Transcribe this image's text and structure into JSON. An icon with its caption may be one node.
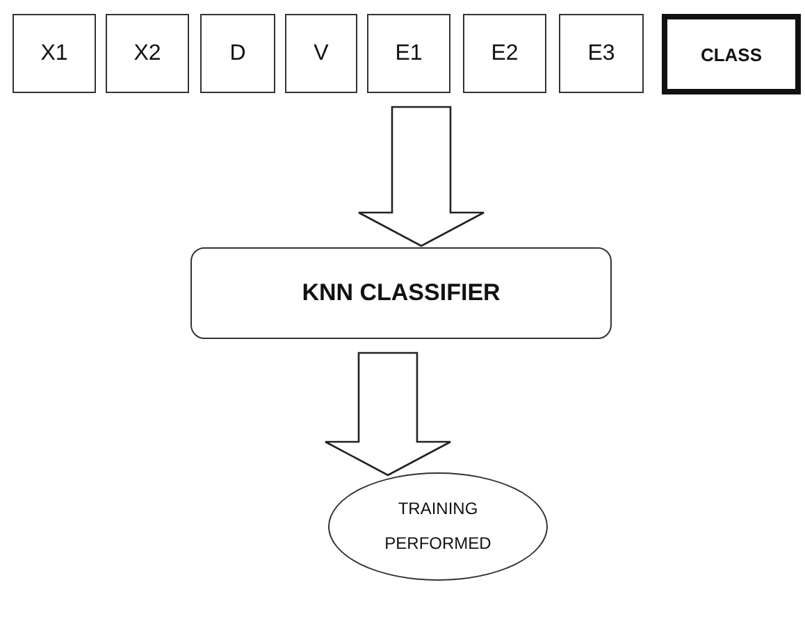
{
  "diagram": {
    "nodes": [
      {
        "text": [
          "X1"
        ]
      },
      {
        "text": [
          "X2"
        ]
      },
      {
        "text": [
          "D"
        ]
      },
      {
        "text": [
          "V"
        ]
      },
      {
        "text": [
          "E1"
        ]
      },
      {
        "text": [
          "E2"
        ]
      },
      {
        "text": [
          "E3"
        ]
      },
      {
        "text": [
          "CLASS"
        ]
      },
      {
        "text": [
          "KNN CLASSIFIER"
        ]
      },
      {
        "text": [
          "TRAINING PERFORMED"
        ]
      }
    ],
    "edges": [
      {
        "from": 4,
        "to": 8,
        "arrow": "to"
      },
      {
        "from": 8,
        "to": 9,
        "arrow": "to"
      }
    ]
  }
}
